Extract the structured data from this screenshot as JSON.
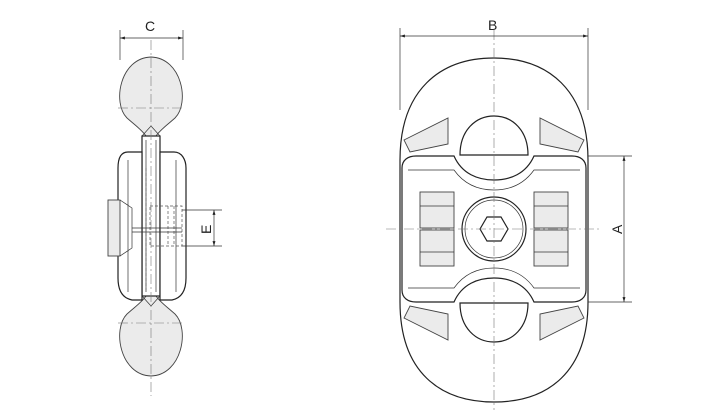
{
  "dimensions": {
    "a_label": "A",
    "b_label": "B",
    "c_label": "C",
    "e_label": "E"
  }
}
